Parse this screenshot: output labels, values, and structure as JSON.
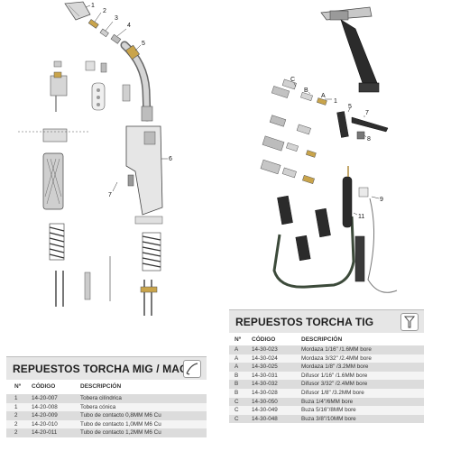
{
  "diagram_labels": {
    "mig": [
      "1",
      "2",
      "3",
      "4",
      "5",
      "6",
      "7"
    ],
    "tig": [
      "C",
      "B",
      "A",
      "1",
      "5",
      "7",
      "8",
      "9",
      "11"
    ]
  },
  "mig_panel": {
    "title": "REPUESTOS TORCHA MIG / MAG",
    "headers": {
      "n": "Nº",
      "code": "CÓDIGO",
      "desc": "DESCRIPCIÓN"
    },
    "rows": [
      {
        "n": "1",
        "code": "14-20-007",
        "desc": "Tobera cilíndrica"
      },
      {
        "n": "1",
        "code": "14-20-008",
        "desc": "Tobera cónica"
      },
      {
        "n": "2",
        "code": "14-20-009",
        "desc": "Tubo de contacto 0,8MM M6 Cu"
      },
      {
        "n": "2",
        "code": "14-20-010",
        "desc": "Tubo de contacto 1,0MM M6 Cu"
      },
      {
        "n": "2",
        "code": "14-20-011",
        "desc": "Tubo de contacto 1,2MM M6 Cu"
      }
    ]
  },
  "tig_panel": {
    "title": "REPUESTOS TORCHA TIG",
    "headers": {
      "n": "Nº",
      "code": "CÓDIGO",
      "desc": "DESCRIPCIÓN"
    },
    "rows": [
      {
        "n": "A",
        "code": "14-30-023",
        "desc": "Mordaza 1/16\" /1.6MM bore"
      },
      {
        "n": "A",
        "code": "14-30-024",
        "desc": "Mordaza 3/32\" /2.4MM bore"
      },
      {
        "n": "A",
        "code": "14-30-025",
        "desc": "Mordaza 1/8\" /3.2MM bore"
      },
      {
        "n": "B",
        "code": "14-30-031",
        "desc": "Difusor 1/16\" /1.6MM bore"
      },
      {
        "n": "B",
        "code": "14-30-032",
        "desc": "Difusor 3/32\" /2.4MM bore"
      },
      {
        "n": "B",
        "code": "14-30-028",
        "desc": "Difusor 1/8\" /3.2MM bore"
      },
      {
        "n": "C",
        "code": "14-30-050",
        "desc": "Buza 1/4\"/6MM bore"
      },
      {
        "n": "C",
        "code": "14-30-049",
        "desc": "Buza 5/16\"/8MM bore"
      },
      {
        "n": "C",
        "code": "14-30-048",
        "desc": "Buza 3/8\"/10MM bore"
      }
    ]
  }
}
